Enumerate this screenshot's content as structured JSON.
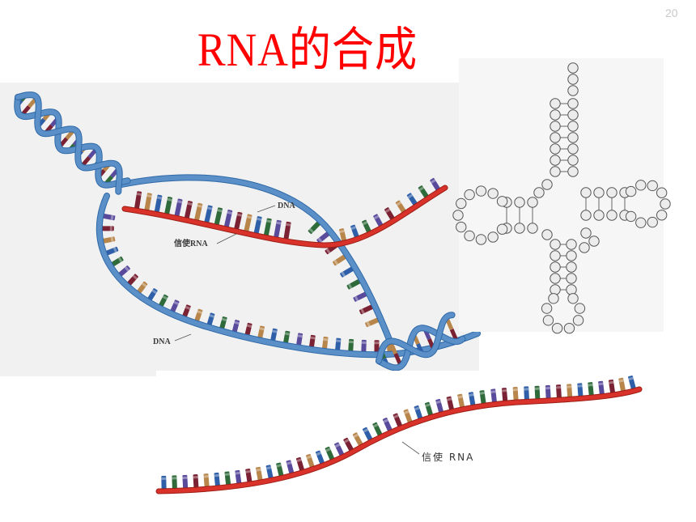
{
  "slide": {
    "page_number": "20",
    "title": "RNA的合成"
  },
  "transcription_figure": {
    "labels": {
      "dna_top": "DNA",
      "mrna": "信使RNA",
      "dna_bottom": "DNA"
    }
  },
  "mrna_figure": {
    "label": "信使 RNA"
  },
  "colors": {
    "title": "#ff0000",
    "page_number": "#c8c8c8",
    "dna_strand": "#5b8fc8",
    "rna_strand": "#d8322a",
    "bases": [
      "#2e5fa8",
      "#7a2233",
      "#2f6b3a",
      "#b8864a",
      "#5a4a9c"
    ]
  }
}
